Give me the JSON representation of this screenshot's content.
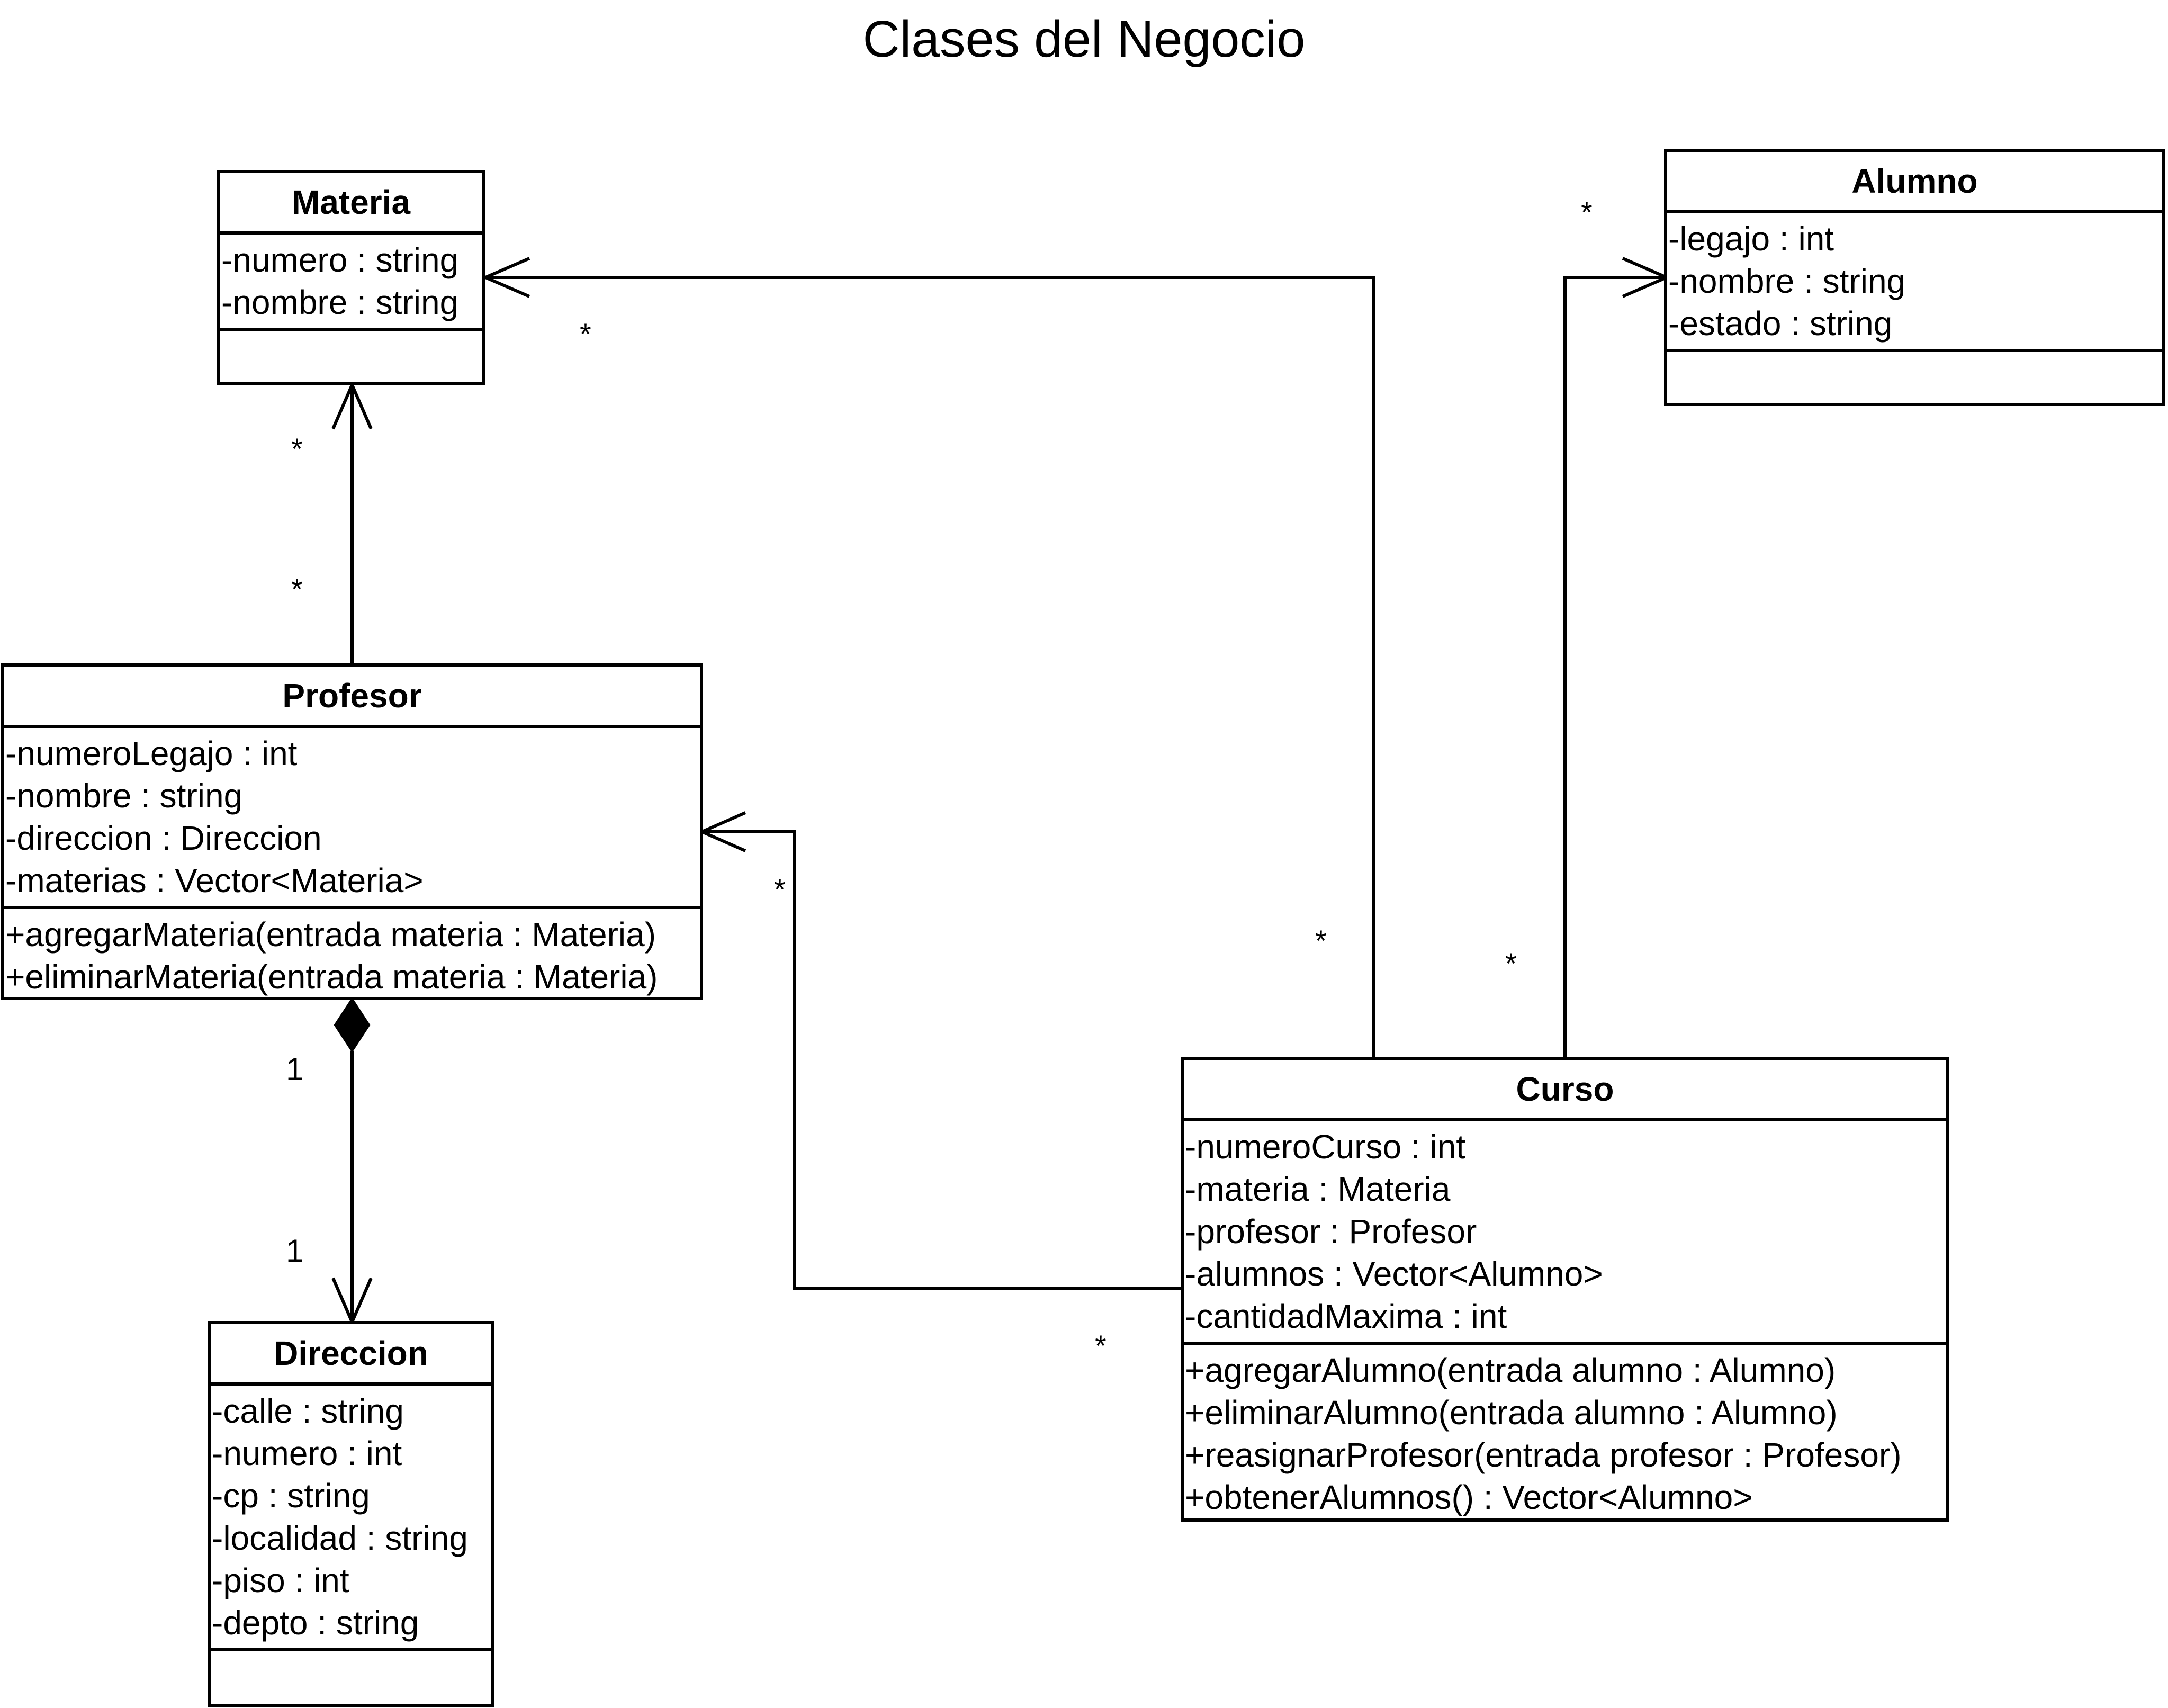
{
  "title": "Clases del Negocio",
  "classes": {
    "materia": {
      "name": "Materia",
      "attributes": [
        "-numero : string",
        "-nombre : string"
      ],
      "operations": []
    },
    "alumno": {
      "name": "Alumno",
      "attributes": [
        "-legajo : int",
        "-nombre : string",
        "-estado : string"
      ],
      "operations": []
    },
    "profesor": {
      "name": "Profesor",
      "attributes": [
        "-numeroLegajo : int",
        "-nombre : string",
        "-direccion : Direccion",
        "-materias : Vector<Materia>"
      ],
      "operations": [
        "+agregarMateria(entrada materia : Materia)",
        "+eliminarMateria(entrada materia : Materia)"
      ]
    },
    "curso": {
      "name": "Curso",
      "attributes": [
        "-numeroCurso : int",
        "-materia : Materia",
        "-profesor : Profesor",
        "-alumnos : Vector<Alumno>",
        "-cantidadMaxima : int"
      ],
      "operations": [
        "+agregarAlumno(entrada alumno : Alumno)",
        "+eliminarAlumno(entrada alumno : Alumno)",
        "+reasignarProfesor(entrada profesor : Profesor)",
        "+obtenerAlumnos() : Vector<Alumno>"
      ]
    },
    "direccion": {
      "name": "Direccion",
      "attributes": [
        "-calle : string",
        "-numero : int",
        "-cp : string",
        "-localidad : string",
        "-piso : int",
        "-depto : string"
      ],
      "operations": []
    }
  },
  "associations": {
    "profesor_materia": {
      "type": "association",
      "navigable_to": "Materia",
      "source_multiplicity": "*",
      "target_multiplicity": "*"
    },
    "curso_materia": {
      "type": "association",
      "navigable_to": "Materia",
      "source_multiplicity": "*",
      "target_multiplicity": "*"
    },
    "curso_alumno": {
      "type": "association",
      "navigable_to": "Alumno",
      "source_multiplicity": "*",
      "target_multiplicity": "*"
    },
    "curso_profesor": {
      "type": "association",
      "navigable_to": "Profesor",
      "source_multiplicity": "*",
      "target_multiplicity": "*"
    },
    "profesor_direccion": {
      "type": "composition",
      "navigable_to": "Direccion",
      "source_multiplicity": "1",
      "target_multiplicity": "1"
    }
  },
  "colors": {
    "line": "#000000",
    "background": "#ffffff"
  }
}
